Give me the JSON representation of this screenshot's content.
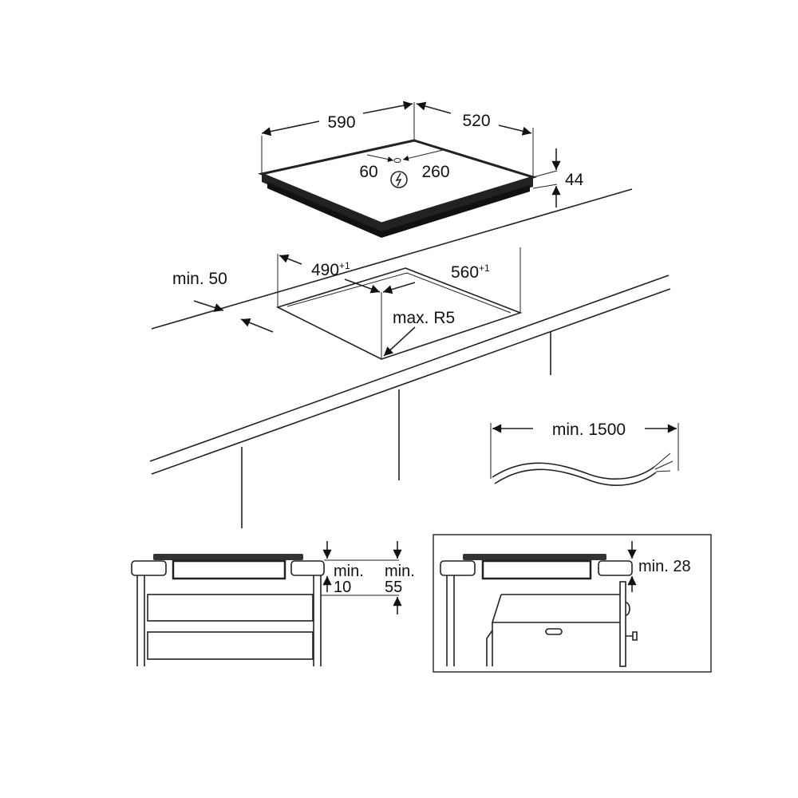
{
  "hob": {
    "width": "590",
    "depth": "520",
    "conn_left": "60",
    "conn_right": "260",
    "height": "44",
    "power_symbol": "lightning-in-circle"
  },
  "cutout": {
    "edge_distance": "min. 50",
    "width": "490",
    "width_tol": "+1",
    "depth": "560",
    "depth_tol": "+1",
    "corner_radius": "max. R5"
  },
  "cable": {
    "length": "min. 1500"
  },
  "section_left": {
    "gap_label": "min.",
    "gap_value": "10",
    "depth_label": "min.",
    "depth_value": "55"
  },
  "section_right": {
    "clearance": "min. 28"
  }
}
